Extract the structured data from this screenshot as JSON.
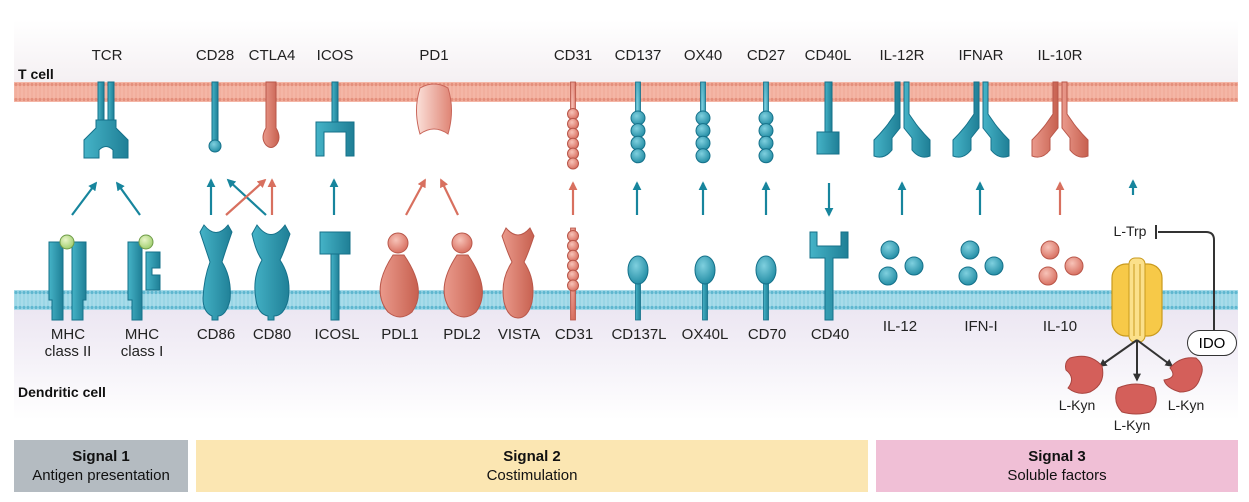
{
  "membranes": {
    "t_cell_label": "T cell",
    "dendritic_cell_label": "Dendritic cell"
  },
  "t_cell_receptors": [
    {
      "label": "TCR",
      "color": "teal"
    },
    {
      "label": "CD28",
      "color": "teal"
    },
    {
      "label": "CTLA4",
      "color": "salmon"
    },
    {
      "label": "ICOS",
      "color": "teal"
    },
    {
      "label": "PD1",
      "color": "salmon"
    },
    {
      "label": "CD31",
      "color": "salmon"
    },
    {
      "label": "CD137",
      "color": "teal"
    },
    {
      "label": "OX40",
      "color": "teal"
    },
    {
      "label": "CD27",
      "color": "teal"
    },
    {
      "label": "CD40L",
      "color": "teal"
    },
    {
      "label": "IL-12R",
      "color": "teal"
    },
    {
      "label": "IFNAR",
      "color": "teal"
    },
    {
      "label": "IL-10R",
      "color": "salmon"
    }
  ],
  "dc_ligands": [
    {
      "line1": "MHC",
      "line2": "class II"
    },
    {
      "line1": "MHC",
      "line2": "class I"
    },
    {
      "line1": "CD86",
      "line2": ""
    },
    {
      "line1": "CD80",
      "line2": ""
    },
    {
      "line1": "ICOSL",
      "line2": ""
    },
    {
      "line1": "PDL1",
      "line2": ""
    },
    {
      "line1": "PDL2",
      "line2": ""
    },
    {
      "line1": "VISTA",
      "line2": ""
    },
    {
      "line1": "CD31",
      "line2": ""
    },
    {
      "line1": "CD137L",
      "line2": ""
    },
    {
      "line1": "OX40L",
      "line2": ""
    },
    {
      "line1": "CD70",
      "line2": ""
    },
    {
      "line1": "CD40",
      "line2": ""
    },
    {
      "line1": "IL-12",
      "line2": ""
    },
    {
      "line1": "IFN-I",
      "line2": ""
    },
    {
      "line1": "IL-10",
      "line2": ""
    }
  ],
  "ido_pathway": {
    "trp_label": "L-Trp",
    "enzyme_label": "IDO",
    "kyn_labels": [
      "L-Kyn",
      "L-Kyn",
      "L-Kyn"
    ]
  },
  "signals": [
    {
      "title": "Signal 1",
      "subtitle": "Antigen presentation",
      "color": "#b4bbc1"
    },
    {
      "title": "Signal 2",
      "subtitle": "Costimulation",
      "color": "#fbe6b2"
    },
    {
      "title": "Signal 3",
      "subtitle": "Soluble factors",
      "color": "#f0bfd6"
    }
  ],
  "colors": {
    "teal": "#2e9bb0",
    "teal_dark": "#15718a",
    "salmon": "#de7a6c",
    "salmon_dark": "#b9574a",
    "membrane_pink": "#f4b6a6",
    "membrane_blue": "#a8dcea",
    "ido_yellow": "#f7c948",
    "kyn_red": "#d45f5a"
  }
}
